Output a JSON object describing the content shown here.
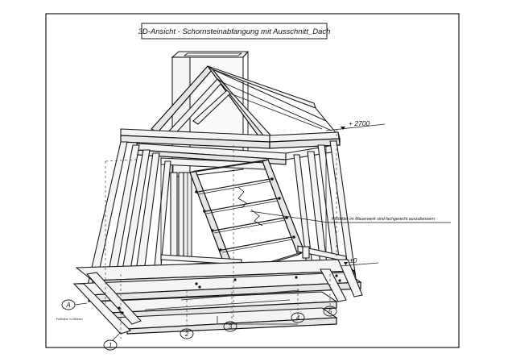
{
  "drawing": {
    "title": "3D-Ansicht - Schornsteinabfangung mit Ausschnitt_Dach",
    "level_top": "+ 2700",
    "level_zero": "±0",
    "annotation": "Rißbilder im Mauerwerk sind fachgerecht auszubessern",
    "axis_markers": [
      "1",
      "2",
      "3",
      "4",
      "5",
      "A"
    ],
    "small_note": "Fußhöhe: h=350mm"
  }
}
